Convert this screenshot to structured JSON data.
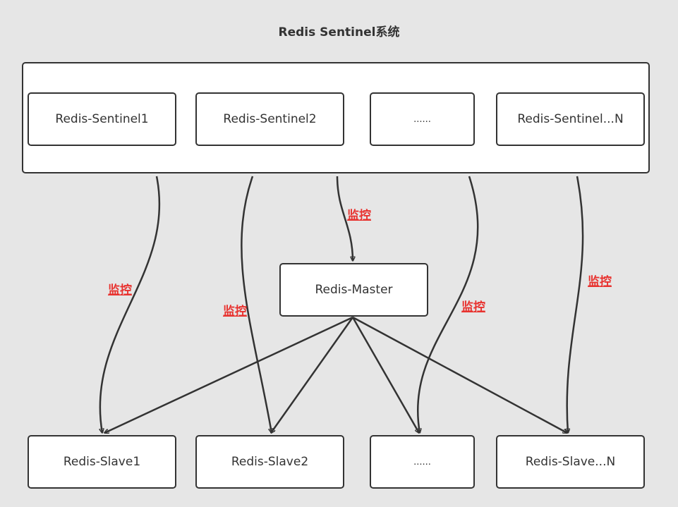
{
  "title": "Redis Sentinel系统",
  "sentinels": [
    "Redis-Sentinel1",
    "Redis-Sentinel2",
    "......",
    "Redis-Sentinel...N"
  ],
  "master": "Redis-Master",
  "slaves": [
    "Redis-Slave1",
    "Redis-Slave2",
    "......",
    "Redis-Slave...N"
  ],
  "edge_labels": {
    "monitor_master": "监控",
    "monitor_slave1": "监控",
    "monitor_slave2": "监控",
    "monitor_slave3": "监控",
    "monitor_slave4": "监控"
  },
  "colors": {
    "background": "#e6e6e6",
    "label": "#e8322f",
    "stroke": "#333333"
  }
}
